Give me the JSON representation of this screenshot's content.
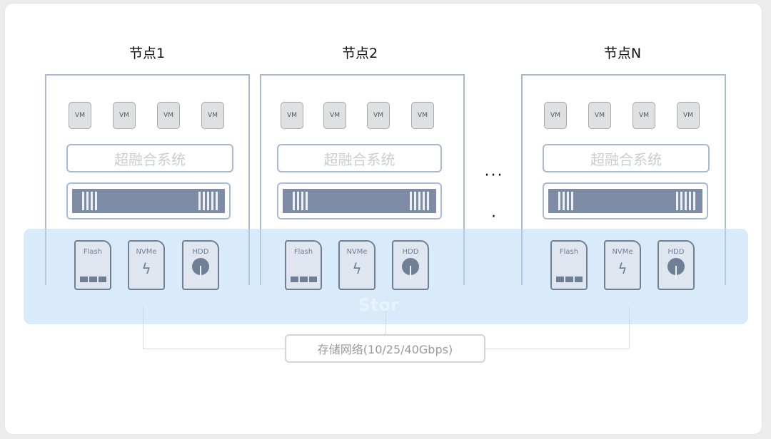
{
  "nodes": [
    {
      "title": "节点1",
      "vms": [
        "VM",
        "VM",
        "VM",
        "VM"
      ],
      "system": "超融合系统",
      "disks": {
        "flash": "Flash",
        "nvme": "NVMe",
        "hdd": "HDD"
      }
    },
    {
      "title": "节点2",
      "vms": [
        "VM",
        "VM",
        "VM",
        "VM"
      ],
      "system": "超融合系统",
      "disks": {
        "flash": "Flash",
        "nvme": "NVMe",
        "hdd": "HDD"
      }
    },
    {
      "title": "节点N",
      "vms": [
        "VM",
        "VM",
        "VM",
        "VM"
      ],
      "system": "超融合系统",
      "disks": {
        "flash": "Flash",
        "nvme": "NVMe",
        "hdd": "HDD"
      }
    }
  ],
  "ellipsis": "···",
  "ellipsis2": "·",
  "storage_label": "Stor",
  "network_label": "存储网络(10/25/40Gbps)",
  "colors": {
    "node_border": "#a9b9cf",
    "server_bar": "#7d8ca4",
    "disk_stroke": "#6f7f96",
    "storage_band": "#bad8f5"
  }
}
